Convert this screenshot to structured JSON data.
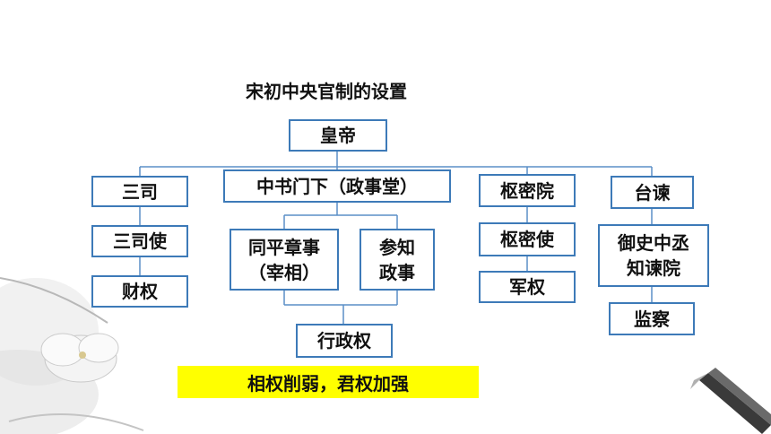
{
  "diagram": {
    "title": "宋初中央官制的设置",
    "nodes": {
      "emperor": "皇帝",
      "sansi": "三司",
      "sansishi": "三司使",
      "caiquan": "财权",
      "zhongshu": "中书门下（政事堂）",
      "tongping_line1": "同平章事",
      "tongping_line2": "（宰相）",
      "canzhi_line1": "参知",
      "canzhi_line2": "政事",
      "xingzhengquan": "行政权",
      "shumiyuan": "枢密院",
      "shumishi": "枢密使",
      "junquan": "军权",
      "taijian": "台谏",
      "yushi_line1": "御史中丞",
      "yushi_line2": "知谏院",
      "jiancha": "监察"
    },
    "conclusion": "相权削弱，君权加强"
  },
  "colors": {
    "box_border": "#3d7ab8",
    "connector": "#5b8fc7",
    "highlight": "#ffff00",
    "text": "#111111"
  }
}
